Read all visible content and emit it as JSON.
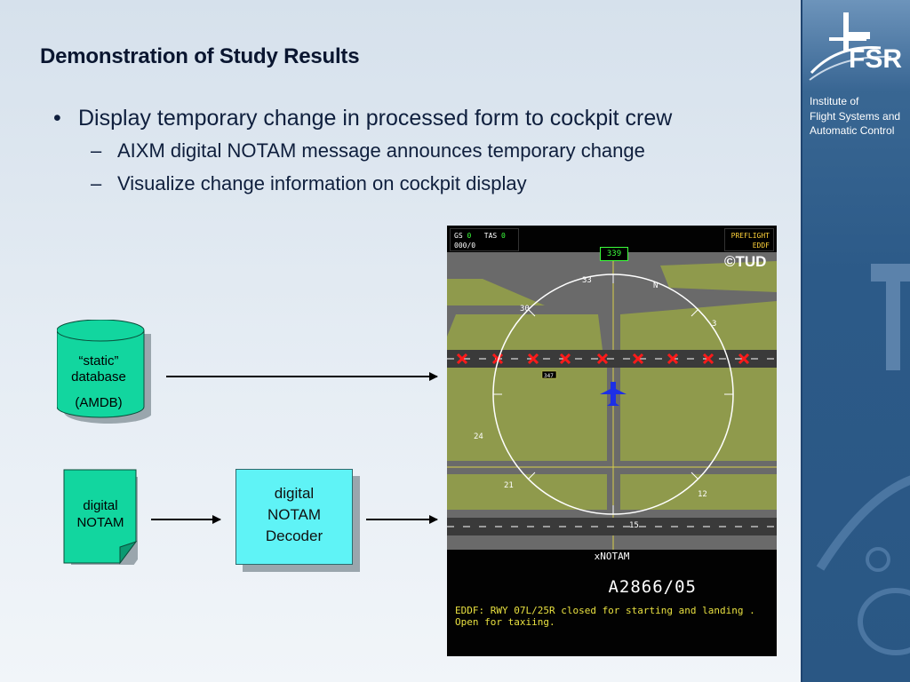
{
  "title": "Demonstration of Study Results",
  "bullets": {
    "main": "Display temporary change in processed form to cockpit crew",
    "sub": [
      "AIXM digital NOTAM message announces temporary change",
      "Visualize change information on cockpit display"
    ]
  },
  "sidebar": {
    "logo_text": "FSR",
    "institute_lines": [
      "Institute of",
      "Flight Systems and",
      "Automatic Control"
    ],
    "watermark": "TUD"
  },
  "diagram": {
    "database_label_lines": [
      "“static”",
      "database"
    ],
    "database_sub": "(AMDB)",
    "notam_lines": [
      "digital",
      "NOTAM"
    ],
    "decoder_lines": [
      "digital",
      "NOTAM",
      "Decoder"
    ]
  },
  "display": {
    "gs_label": "GS",
    "gs_value": "0",
    "tas_label": "TAS",
    "tas_value": "0",
    "wind": "000/0",
    "mode": "PREFLIGHT",
    "airport": "EDDF",
    "heading": "339",
    "copyright": "©TUD",
    "compass": {
      "n": "N",
      "h33": "33",
      "h30": "30",
      "h3": "3",
      "h24": "24",
      "h21": "21",
      "h15": "15",
      "h12": "12"
    },
    "runway_label": "347",
    "notam_marker": "xNOTAM",
    "notam_id": "A2866/05",
    "notam_message": "EDDF: RWY 07L/25R closed for starting and landing . Open for taxiing.",
    "colors": {
      "grass": "#8f9a4c",
      "pavement": "#6a6a6a",
      "closure": "#ff1a1a",
      "aircraft": "#1d2fe6",
      "text_green": "#3cff3c",
      "text_yellow": "#e8e040"
    }
  }
}
